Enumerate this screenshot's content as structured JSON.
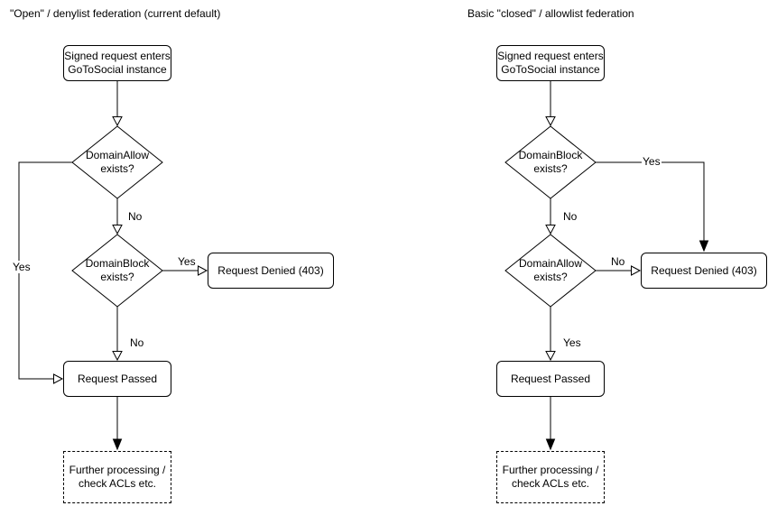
{
  "colors": {
    "background": "#ffffff",
    "stroke": "#000000",
    "text": "#000000"
  },
  "charts": [
    {
      "id": "open-denylist",
      "title": "\"Open\" / denylist federation (current default)",
      "nodes": {
        "start": "Signed request enters\nGoToSocial instance",
        "decision1": "DomainAllow\nexists?",
        "decision2": "DomainBlock\nexists?",
        "denied": "Request Denied (403)",
        "passed": "Request Passed",
        "further": "Further processing /\ncheck ACLs etc."
      },
      "edge_labels": {
        "decision1_no": "No",
        "decision1_yes": "Yes",
        "decision2_yes": "Yes",
        "decision2_no": "No"
      }
    },
    {
      "id": "closed-allowlist",
      "title": "Basic \"closed\" / allowlist federation",
      "nodes": {
        "start": "Signed request enters\nGoToSocial instance",
        "decision1": "DomainBlock\nexists?",
        "decision2": "DomainAllow\nexists?",
        "denied": "Request Denied (403)",
        "passed": "Request Passed",
        "further": "Further processing /\ncheck ACLs etc."
      },
      "edge_labels": {
        "decision1_yes": "Yes",
        "decision1_no": "No",
        "decision2_no": "No",
        "decision2_yes": "Yes"
      }
    }
  ]
}
